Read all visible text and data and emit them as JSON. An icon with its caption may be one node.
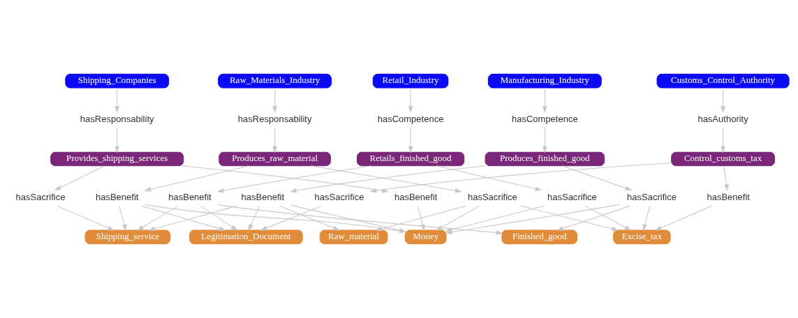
{
  "diagram": {
    "nodes": [
      {
        "text": [
          "Shipping_Companies"
        ]
      },
      {
        "text": [
          "hasResponsability"
        ]
      },
      {
        "text": [
          "Raw_Materials_Industry"
        ]
      },
      {
        "text": [
          "hasResponsability"
        ]
      },
      {
        "text": [
          "Provides_shipping_services"
        ]
      },
      {
        "text": [
          "Customs_Control_Authority"
        ]
      },
      {
        "text": [
          "hasAuthority"
        ]
      },
      {
        "text": [
          "hasBenefit"
        ]
      },
      {
        "text": [
          "hasSacrifice"
        ]
      },
      {
        "text": [
          "Produces_raw_material"
        ]
      },
      {
        "text": [
          "hasBenefit"
        ]
      },
      {
        "text": [
          "Control_customs_tax"
        ]
      },
      {
        "text": [
          "hasSacrifice"
        ]
      },
      {
        "text": [
          "hasSacrifice"
        ]
      },
      {
        "text": [
          "Shipping_service"
        ]
      },
      {
        "text": [
          "Money"
        ]
      },
      {
        "text": [
          "Legitimation_Document"
        ]
      },
      {
        "text": [
          "Raw_material"
        ]
      },
      {
        "text": [
          "hasBenefit"
        ]
      },
      {
        "text": [
          "hasBenefit"
        ]
      },
      {
        "text": [
          "Excise_tax"
        ]
      },
      {
        "text": [
          "hasBenefit"
        ]
      },
      {
        "text": [
          "hasSacrifice"
        ]
      },
      {
        "text": [
          "hasSacrifice"
        ]
      },
      {
        "text": [
          "Produces_finished_good"
        ]
      },
      {
        "text": [
          "Retails_finished_good"
        ]
      },
      {
        "text": [
          "Finished_good"
        ]
      },
      {
        "text": [
          "hasCompetence"
        ]
      },
      {
        "text": [
          "hasCompetence"
        ]
      },
      {
        "text": [
          "Retail_Industry"
        ]
      },
      {
        "text": [
          "Manufacturing_Industry"
        ]
      }
    ],
    "edges": [
      {
        "from": 0,
        "to": 1,
        "arrow": "to"
      },
      {
        "from": 1,
        "to": 4,
        "arrow": "to"
      },
      {
        "from": 2,
        "to": 3,
        "arrow": "to"
      },
      {
        "from": 3,
        "to": 9,
        "arrow": "to"
      },
      {
        "from": 5,
        "to": 6,
        "arrow": "to"
      },
      {
        "from": 6,
        "to": 11,
        "arrow": "to"
      },
      {
        "from": 4,
        "to": 7,
        "arrow": "to"
      },
      {
        "from": 4,
        "to": 8,
        "arrow": "to"
      },
      {
        "from": 7,
        "to": 15,
        "arrow": "to"
      },
      {
        "from": 8,
        "to": 14,
        "arrow": "to"
      },
      {
        "from": 9,
        "to": 10,
        "arrow": "to"
      },
      {
        "from": 9,
        "to": 13,
        "arrow": "to"
      },
      {
        "from": 10,
        "to": 15,
        "arrow": "to"
      },
      {
        "from": 10,
        "to": 14,
        "arrow": "to"
      },
      {
        "from": 10,
        "to": 16,
        "arrow": "to"
      },
      {
        "from": 13,
        "to": 17,
        "arrow": "to"
      },
      {
        "from": 13,
        "to": 15,
        "arrow": "to"
      },
      {
        "from": 13,
        "to": 20,
        "arrow": "to"
      },
      {
        "from": 11,
        "to": 12,
        "arrow": "to"
      },
      {
        "from": 11,
        "to": 19,
        "arrow": "to"
      },
      {
        "from": 12,
        "to": 16,
        "arrow": "to"
      },
      {
        "from": 19,
        "to": 20,
        "arrow": "to"
      },
      {
        "from": 24,
        "to": 18,
        "arrow": "to"
      },
      {
        "from": 18,
        "to": 17,
        "arrow": "to"
      },
      {
        "from": 18,
        "to": 15,
        "arrow": "to"
      },
      {
        "from": 18,
        "to": 14,
        "arrow": "to"
      },
      {
        "from": 18,
        "to": 16,
        "arrow": "to"
      },
      {
        "from": 24,
        "to": 22,
        "arrow": "to"
      },
      {
        "from": 22,
        "to": 15,
        "arrow": "to"
      },
      {
        "from": 22,
        "to": 20,
        "arrow": "to"
      },
      {
        "from": 22,
        "to": 26,
        "arrow": "to"
      },
      {
        "from": 25,
        "to": 21,
        "arrow": "to"
      },
      {
        "from": 21,
        "to": 26,
        "arrow": "to"
      },
      {
        "from": 21,
        "to": 16,
        "arrow": "to"
      },
      {
        "from": 21,
        "to": 14,
        "arrow": "to"
      },
      {
        "from": 25,
        "to": 23,
        "arrow": "to"
      },
      {
        "from": 23,
        "to": 20,
        "arrow": "to"
      },
      {
        "from": 23,
        "to": 15,
        "arrow": "to"
      },
      {
        "from": 29,
        "to": 28,
        "arrow": "to"
      },
      {
        "from": 28,
        "to": 25,
        "arrow": "to"
      },
      {
        "from": 30,
        "to": 27,
        "arrow": "to"
      },
      {
        "from": 27,
        "to": 24,
        "arrow": "to"
      }
    ]
  }
}
